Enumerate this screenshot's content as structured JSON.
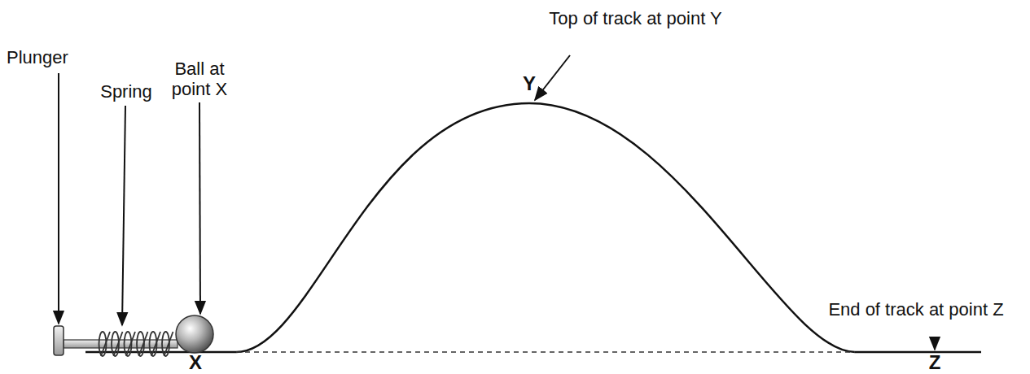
{
  "diagram": {
    "labels": [
      "Top of track at point Y",
      "Y",
      "Plunger",
      "Spring",
      "Ball at point X",
      "X",
      "End of track at point Z",
      "Z"
    ]
  }
}
